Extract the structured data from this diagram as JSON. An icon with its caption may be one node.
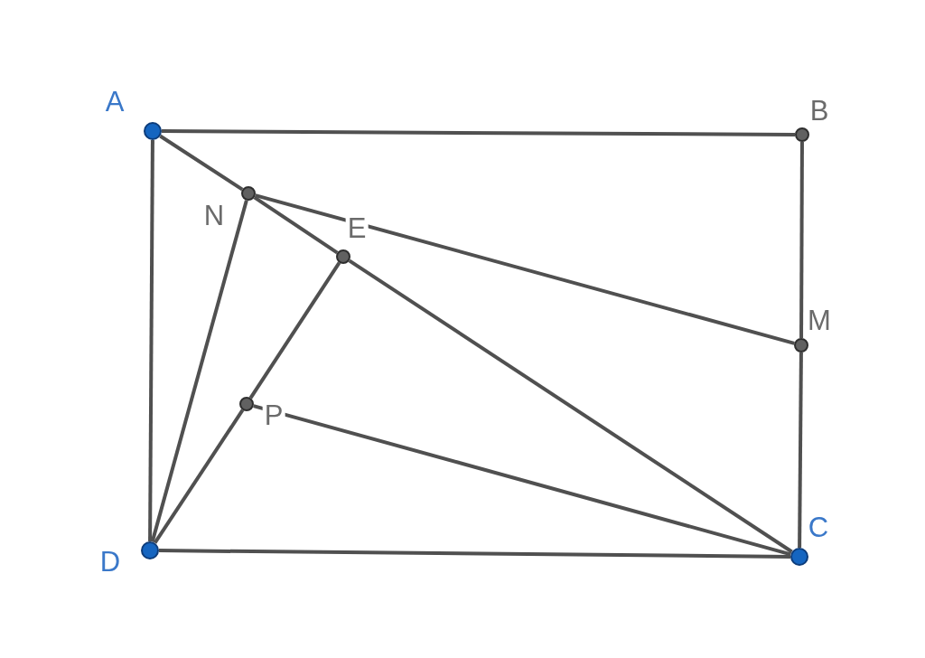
{
  "diagram": {
    "nodes": [
      {
        "text": [],
        "shape": "circle",
        "beside": [
          "A"
        ]
      },
      {
        "text": [],
        "shape": "circle",
        "beside": [
          "B"
        ]
      },
      {
        "text": [],
        "shape": "circle",
        "beside": [
          "C"
        ]
      },
      {
        "text": [],
        "shape": "circle",
        "beside": [
          "D"
        ]
      },
      {
        "text": [],
        "shape": "circle",
        "beside": [
          "N"
        ]
      },
      {
        "text": [],
        "shape": "circle",
        "beside": [
          "E"
        ]
      },
      {
        "text": [],
        "shape": "circle",
        "beside": [
          "M"
        ]
      },
      {
        "text": [],
        "shape": "circle",
        "beside": [
          "P"
        ]
      }
    ],
    "edges": [
      {
        "from": 0,
        "to": 1,
        "arrow": "none"
      },
      {
        "from": 1,
        "to": 6,
        "arrow": "none"
      },
      {
        "from": 6,
        "to": 2,
        "arrow": "none"
      },
      {
        "from": 2,
        "to": 3,
        "arrow": "none"
      },
      {
        "from": 3,
        "to": 0,
        "arrow": "none"
      },
      {
        "from": 0,
        "to": 4,
        "arrow": "none"
      },
      {
        "from": 4,
        "to": 5,
        "arrow": "none"
      },
      {
        "from": 5,
        "to": 2,
        "arrow": "none"
      },
      {
        "from": 4,
        "to": 6,
        "arrow": "none"
      },
      {
        "from": 4,
        "to": 3,
        "arrow": "none"
      },
      {
        "from": 3,
        "to": 7,
        "arrow": "none"
      },
      {
        "from": 7,
        "to": 5,
        "arrow": "none"
      },
      {
        "from": 7,
        "to": 2,
        "arrow": "none"
      }
    ]
  }
}
